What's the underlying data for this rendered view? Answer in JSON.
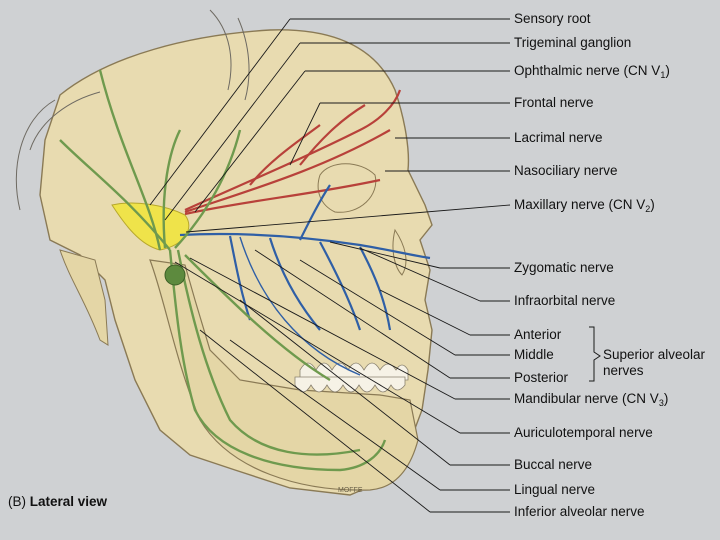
{
  "labels": [
    {
      "id": "sensory-root",
      "text": "Sensory root"
    },
    {
      "id": "trigeminal-ganglion",
      "text": "Trigeminal ganglion"
    },
    {
      "id": "ophthalmic-nerve",
      "text": "Ophthalmic nerve (CN V",
      "sub": "1",
      "tail": ")"
    },
    {
      "id": "frontal-nerve",
      "text": "Frontal nerve"
    },
    {
      "id": "lacrimal-nerve",
      "text": "Lacrimal nerve"
    },
    {
      "id": "nasociliary-nerve",
      "text": "Nasociliary nerve"
    },
    {
      "id": "maxillary-nerve",
      "text": "Maxillary nerve (CN V",
      "sub": "2",
      "tail": ")"
    },
    {
      "id": "zygomatic-nerve",
      "text": "Zygomatic nerve"
    },
    {
      "id": "infraorbital-nerve",
      "text": "Infraorbital nerve"
    },
    {
      "id": "mandibular-nerve",
      "text": "Mandibular nerve (CN V",
      "sub": "3",
      "tail": ")"
    },
    {
      "id": "auriculotemporal-nerve",
      "text": "Auriculotemporal nerve"
    },
    {
      "id": "buccal-nerve",
      "text": "Buccal nerve"
    },
    {
      "id": "lingual-nerve",
      "text": "Lingual nerve"
    },
    {
      "id": "inferior-alveolar-nerve",
      "text": "Inferior alveolar nerve"
    }
  ],
  "alveolar_group": {
    "items": [
      "Anterior",
      "Middle",
      "Posterior"
    ],
    "group_label_line1": "Superior alveolar",
    "group_label_line2": "nerves"
  },
  "caption": {
    "prefix": "(B)",
    "text": "Lateral view"
  },
  "signature": "MOFFE",
  "colors": {
    "background": "#cfd1d3",
    "skin": "#e9dcb0",
    "ganglion": "#efe34a",
    "ophthalmic": "#b8413a",
    "maxillary": "#2f5fa6",
    "mandibular": "#6f9a4e",
    "leader": "#1a1a1a"
  }
}
